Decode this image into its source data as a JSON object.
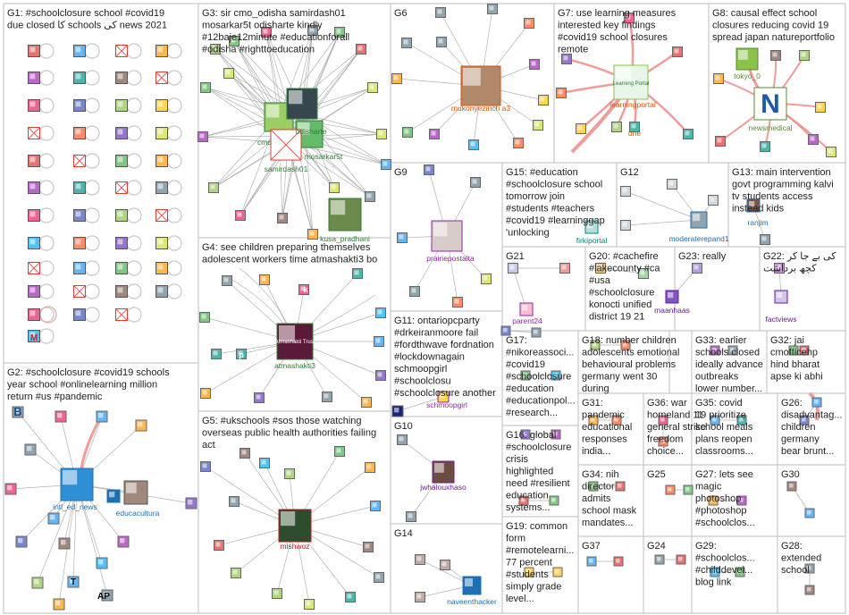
{
  "groups": [
    {
      "id": "G1",
      "label_lines": [
        "G1: #schoolclosure school #covid19",
        "due closed کا schools کی news 2021"
      ]
    },
    {
      "id": "G2",
      "label_lines": [
        "G2: #schoolclosure #covid19 schools",
        "year school #onlinelearning million",
        "return #us #pandemic"
      ]
    },
    {
      "id": "G3",
      "label_lines": [
        "G3: sir cmo_odisha samirdash01",
        "mosarkar5t odisharte kindly",
        "#12baje12minute #educationforall",
        "#odisha #righttoeducation"
      ]
    },
    {
      "id": "G4",
      "label_lines": [
        "G4: see children preparing themselves",
        "adolescent workers time atmashakti3 bo"
      ]
    },
    {
      "id": "G5",
      "label_lines": [
        "G5: #ukschools #sos those watching",
        "overseas public health authorities failing",
        "act"
      ]
    },
    {
      "id": "G6",
      "label_lines": [
        "G6"
      ]
    },
    {
      "id": "G7",
      "label_lines": [
        "G7: use learning measures",
        "interested key findings",
        "#covid19 school closures",
        "remote"
      ]
    },
    {
      "id": "G8",
      "label_lines": [
        "G8: causal effect school",
        "closures reducing covid 19",
        "spread japan natureportfolio"
      ]
    },
    {
      "id": "G9",
      "label_lines": [
        "G9"
      ]
    },
    {
      "id": "G10",
      "label_lines": [
        "G10"
      ]
    },
    {
      "id": "G11",
      "label_lines": [
        "G11: ontariopcparty",
        "#drkeiranmoore fail",
        "#fordthwave fordnation",
        "#lockdownagain",
        "schmoopgirl",
        "#schoolclosu",
        "#schoolclosure another"
      ]
    },
    {
      "id": "G12",
      "label_lines": [
        "G12"
      ]
    },
    {
      "id": "G13",
      "label_lines": [
        "G13: main intervention",
        "govt programming kalvi",
        "tv students access",
        "instead kids"
      ]
    },
    {
      "id": "G14",
      "label_lines": [
        "G14"
      ]
    },
    {
      "id": "G15",
      "label_lines": [
        "G15: #education",
        "#schoolclosure school",
        "tomorrow join",
        "#students #teachers",
        "#covid19 #learninggap",
        "'unlocking"
      ]
    },
    {
      "id": "G16",
      "label_lines": [
        "G16: global",
        "#schoolclosure",
        "crisis",
        "highlighted",
        "need #resilient",
        "education",
        "systems..."
      ]
    },
    {
      "id": "G17",
      "label_lines": [
        "G17:",
        "#nikoreassoci...",
        "#covid19",
        "#schoolclosure",
        "#education",
        "#educationpol...",
        "#research..."
      ]
    },
    {
      "id": "G18",
      "label_lines": [
        "G18: number children",
        "adolescents emotional",
        "behavioural problems",
        "germany went 30",
        "during"
      ]
    },
    {
      "id": "G19",
      "label_lines": [
        "G19: common",
        "form",
        "#remotelearni...",
        "77 percent",
        "#students",
        "simply grade",
        "level..."
      ]
    },
    {
      "id": "G20",
      "label_lines": [
        "G20: #cachefire",
        "#lakecounty #ca",
        "#usa",
        "#schoolclosure",
        "konocti unified",
        "district 19 21"
      ]
    },
    {
      "id": "G21",
      "label_lines": [
        "G21"
      ]
    },
    {
      "id": "G22",
      "label_lines": [
        "G22: کی بے جا کر",
        "کچھ برداشت"
      ]
    },
    {
      "id": "G23",
      "label_lines": [
        "G23: really"
      ]
    },
    {
      "id": "G24",
      "label_lines": [
        "G24"
      ]
    },
    {
      "id": "G25",
      "label_lines": [
        "G25"
      ]
    },
    {
      "id": "G26",
      "label_lines": [
        "G26:",
        "disadvantag...",
        "children",
        "germany",
        "bear brunt..."
      ]
    },
    {
      "id": "G27",
      "label_lines": [
        "G27: lets see",
        "magic",
        "photoshop",
        "#photoshop",
        "#schoolclos..."
      ]
    },
    {
      "id": "G28",
      "label_lines": [
        "G28:",
        "extended",
        "school"
      ]
    },
    {
      "id": "G29",
      "label_lines": [
        "G29:",
        "#schoolclos...",
        "#childdevel...",
        "blog link"
      ]
    },
    {
      "id": "G30",
      "label_lines": [
        "G30"
      ]
    },
    {
      "id": "G31",
      "label_lines": [
        "G31:",
        "pandemic",
        "educational",
        "responses",
        "india..."
      ]
    },
    {
      "id": "G32",
      "label_lines": [
        "G32: jai",
        "cmofficehp",
        "hind bharat",
        "apse ki abhi"
      ]
    },
    {
      "id": "G33",
      "label_lines": [
        "G33: earlier",
        "schools closed",
        "ideally advance",
        "outbreaks",
        "lower number..."
      ]
    },
    {
      "id": "G34",
      "label_lines": [
        "G34: nih",
        "director",
        "admits",
        "school mask",
        "mandates..."
      ]
    },
    {
      "id": "G35",
      "label_lines": [
        "G35: covid",
        "19 prioritize",
        "school meals",
        "plans reopen",
        "classrooms..."
      ]
    },
    {
      "id": "G36",
      "label_lines": [
        "G36: war",
        "homeland 11",
        "general strike",
        "freedom",
        "choice..."
      ]
    },
    {
      "id": "G37",
      "label_lines": [
        "G37"
      ]
    }
  ],
  "nodes": [
    {
      "name": "intl_ed_news",
      "label": "intl_ed_news",
      "color": "#1f6fb2"
    },
    {
      "name": "educacultura",
      "label": "educacultura",
      "color": "#1f6fb2"
    },
    {
      "name": "cmo_odisha",
      "label": "cmo",
      "color": "#2e7d32"
    },
    {
      "name": "odisharte",
      "label": "odisharte",
      "color": "#2e7d32"
    },
    {
      "name": "mosarkar5t",
      "label": "mosarkar5t",
      "color": "#2e7d32"
    },
    {
      "name": "samirdash01",
      "label": "samirdash01",
      "color": "#2e7d32"
    },
    {
      "name": "kusa_pradhan",
      "label": "kusa_pradhani",
      "color": "#2e7d32"
    },
    {
      "name": "atmashakti3",
      "label": "atmashakti3",
      "color": "#2e7d32"
    },
    {
      "name": "mishwoz",
      "label": "mishwoz",
      "color": "#b71c1c"
    },
    {
      "name": "mukonyezirich",
      "label": "mukonyezirich a3",
      "color": "#e65100"
    },
    {
      "name": "learningportal",
      "label": "learningportal",
      "color": "#e65100"
    },
    {
      "name": "une",
      "label": "une",
      "color": "#e65100"
    },
    {
      "name": "tokyo_0",
      "label": "tokyo_0",
      "color": "#558b2f"
    },
    {
      "name": "newsmedical",
      "label": "newsmedical",
      "color": "#558b2f"
    },
    {
      "name": "prairiepostalta",
      "label": "prairiepostalta",
      "color": "#8e24aa"
    },
    {
      "name": "schmoopgirl",
      "label": "schmoopgirl",
      "color": "#8e24aa"
    },
    {
      "name": "jwhalouxhaso",
      "label": "jwhalouxhaso",
      "color": "#6a1b9a"
    },
    {
      "name": "naveenthacker",
      "label": "naveenthacker",
      "color": "#1f6fb2"
    },
    {
      "name": "firkiportal",
      "label": "firkiportal",
      "color": "#00897b"
    },
    {
      "name": "moderaterepand1",
      "label": "moderaterepand1",
      "color": "#1f6fb2"
    },
    {
      "name": "ranjim",
      "label": "ranjim",
      "color": "#1f6fb2"
    },
    {
      "name": "parent24",
      "label": "parent24",
      "color": "#8e24aa"
    },
    {
      "name": "maanhaas",
      "label": "maanhaas",
      "color": "#6a1b9a"
    },
    {
      "name": "factviews",
      "label": "factviews",
      "color": "#6a1b9a"
    }
  ],
  "legend_text": {
    "main_title": "",
    "g2_logo_letter": "B",
    "ap_logo": "AP",
    "nyt_logo": "T",
    "atmashakti_logo": "Atmashakti Trust",
    "learning_logo": "Learning Portal",
    "n_logo": "N",
    "k_logo": "k",
    "p_logo": "p",
    "m_logo": "M"
  }
}
